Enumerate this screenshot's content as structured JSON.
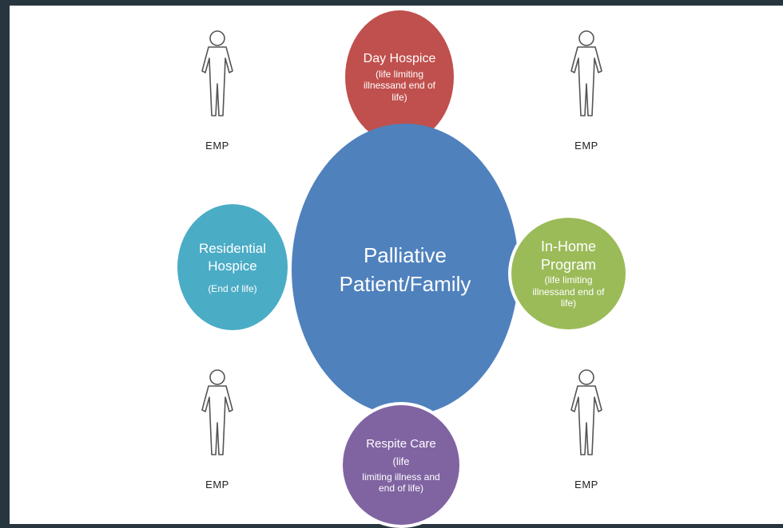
{
  "center": {
    "title": "Palliative Patient/Family"
  },
  "day_hospice": {
    "title": "Day Hospice",
    "subtitle": "(life limiting illnessand end of life)"
  },
  "in_home": {
    "title": "In-Home Program",
    "subtitle": "(life limiting illnessand end of life)"
  },
  "respite": {
    "title": "Respite Care",
    "subtitle_inline": "(life",
    "subtitle": "limiting illness and end of life)"
  },
  "residential": {
    "title": "Residential Hospice",
    "subtitle": "(End of life)"
  },
  "emp_labels": [
    "EMP",
    "EMP",
    "EMP",
    "EMP"
  ],
  "colors": {
    "center": "#4f81bd",
    "day_hospice": "#c0504d",
    "in_home": "#9bbb59",
    "respite": "#8064a2",
    "residential": "#4bacc6"
  },
  "icons": [
    "person-outline-icon"
  ]
}
